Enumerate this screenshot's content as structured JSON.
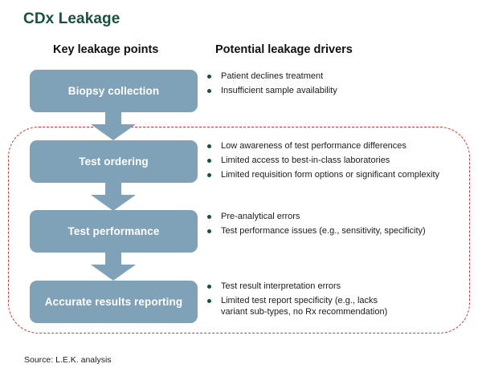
{
  "title": "CDx Leakage",
  "colors": {
    "title_green": "#17523e",
    "box_blue": "#80a2b9",
    "bullet_green": "#17523e",
    "leakage_border_red": "#e8312a",
    "box_text": "#ffffff"
  },
  "headers": {
    "left": "Key leakage points",
    "right": "Potential leakage drivers"
  },
  "flow": {
    "steps": [
      {
        "label": "Biopsy collection"
      },
      {
        "label": "Test ordering"
      },
      {
        "label": "Test performance"
      },
      {
        "label": "Accurate results reporting"
      }
    ],
    "arrows": [
      {
        "name": "arrow-biopsy-to-ordering"
      },
      {
        "name": "arrow-ordering-to-performance"
      },
      {
        "name": "arrow-performance-to-reporting"
      }
    ]
  },
  "drivers": [
    {
      "for_step": "Biopsy collection",
      "items": [
        "Patient declines treatment",
        "Insufficient  sample availability"
      ]
    },
    {
      "for_step": "Test ordering",
      "items": [
        "Low awareness  of test performance  differences",
        "Limited access to best-in-class laboratories",
        "Limited requisition form options or significant complexity"
      ]
    },
    {
      "for_step": "Test performance",
      "items": [
        "Pre-analytical errors",
        "Test performance  issues (e.g., sensitivity, specificity)"
      ]
    },
    {
      "for_step": "Accurate results reporting",
      "items": [
        "Test result interpretation  errors",
        "Limited test report  specificity (e.g., lacks\nvariant  sub-types, no Rx recommendation)"
      ]
    }
  ],
  "leakage_zone": {
    "name": "leakage-boundary"
  },
  "source_note": "Source: L.E.K. analysis"
}
